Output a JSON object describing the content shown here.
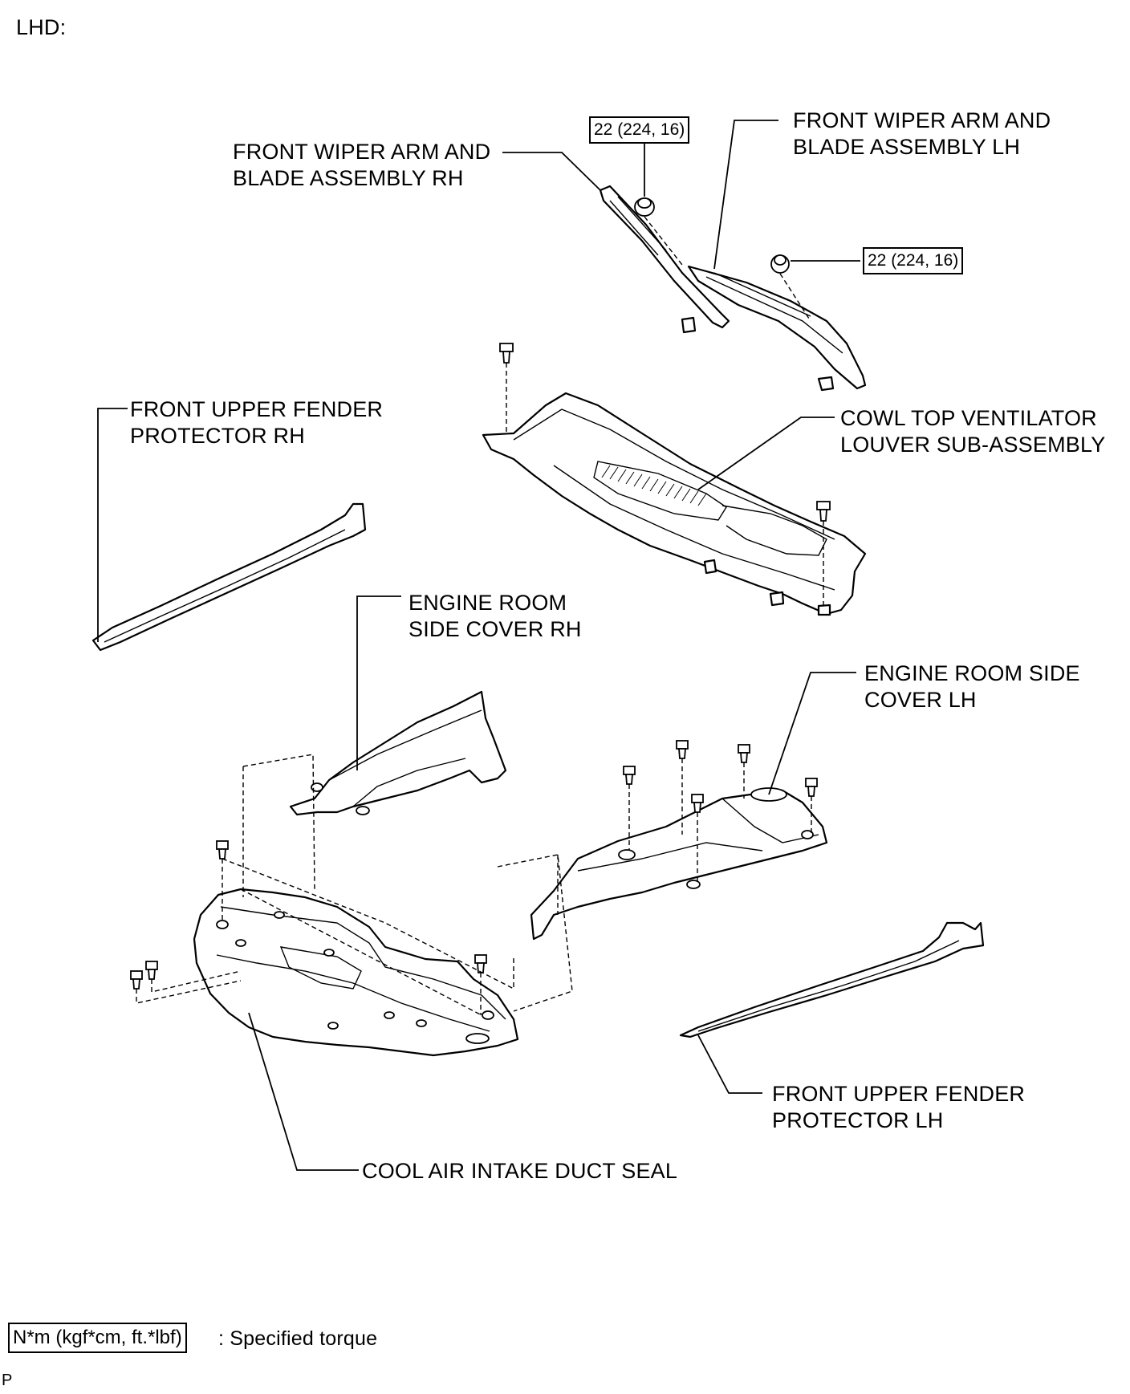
{
  "header": {
    "title": "LHD:"
  },
  "labels": {
    "wiper_rh": "FRONT WIPER ARM AND\nBLADE ASSEMBLY RH",
    "wiper_lh": "FRONT WIPER ARM AND\nBLADE ASSEMBLY LH",
    "fender_rh": "FRONT UPPER FENDER\nPROTECTOR RH",
    "cowl": "COWL TOP VENTILATOR\nLOUVER SUB-ASSEMBLY",
    "engine_rh": "ENGINE ROOM\nSIDE COVER RH",
    "engine_lh": "ENGINE ROOM SIDE\nCOVER LH",
    "fender_lh": "FRONT UPPER FENDER\nPROTECTOR LH",
    "duct_seal": "COOL AIR INTAKE DUCT SEAL"
  },
  "torque": {
    "wiper_rh_nut": "22 (224, 16)",
    "wiper_lh_nut": "22 (224, 16)"
  },
  "legend": {
    "unit_box": "N*m (kgf*cm, ft.*lbf)",
    "description": ": Specified torque"
  },
  "footer": {
    "code": "P"
  }
}
